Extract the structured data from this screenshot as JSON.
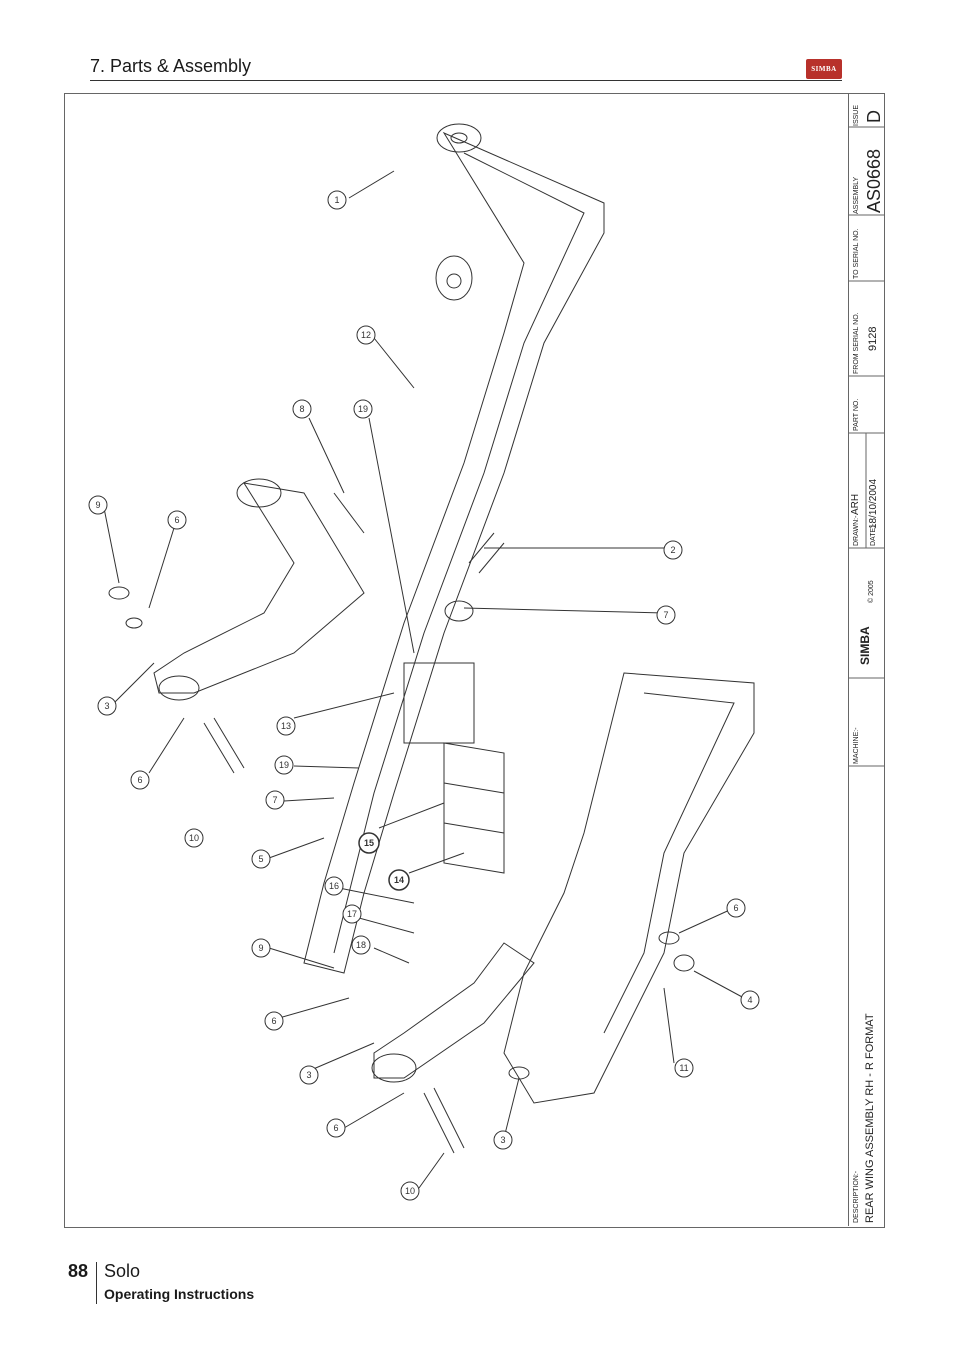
{
  "header": {
    "section": "7. Parts & Assembly",
    "logo": "SIMBA"
  },
  "titleblock": {
    "issue_label": "ISSUE",
    "issue": "D",
    "assembly_label": "ASSEMBLY",
    "assembly": "AS0668",
    "to_serial_label": "TO SERIAL NO.",
    "from_serial_label": "FROM SERIAL NO.",
    "from_serial": "9128",
    "part_no_label": "PART NO.",
    "drawn_label": "DRAWN:-",
    "drawn": "ARH",
    "date_label": "DATE:-",
    "date": "18/10/2004",
    "copyright": "© 2005",
    "brand": "SIMBA",
    "machine_label": "MACHINE:-",
    "description_label": "DESCRIPTION:-",
    "description": "REAR WING ASSEMBLY RH - R FORMAT"
  },
  "callouts": [
    "1",
    "12",
    "8",
    "19",
    "9",
    "6",
    "2",
    "7",
    "3",
    "6",
    "13",
    "19",
    "7",
    "10",
    "5",
    "15",
    "14",
    "16",
    "17",
    "9",
    "18",
    "6",
    "6",
    "4",
    "3",
    "11",
    "6",
    "3",
    "10"
  ],
  "footer": {
    "page_number": "88",
    "product": "Solo",
    "subtitle": "Operating Instructions"
  }
}
